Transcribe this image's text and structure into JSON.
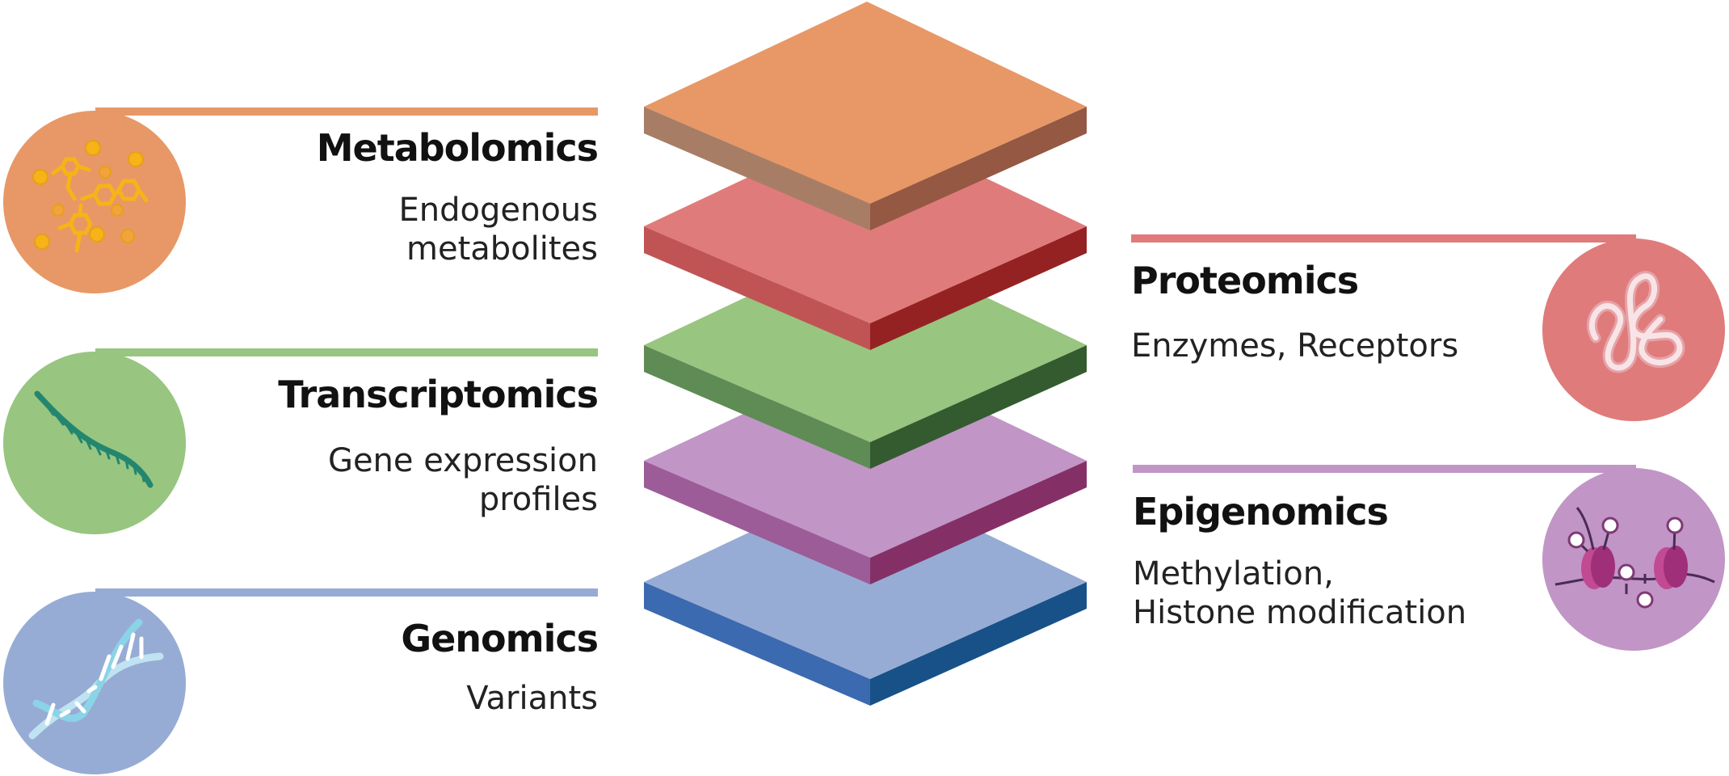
{
  "layers": [
    {
      "id": "metabolomics",
      "title": "Metabolomics",
      "description": [
        "Endogenous",
        "metabolites"
      ],
      "side": "left",
      "icon": "molecules-icon",
      "colors": {
        "top": "#E79866",
        "left": "#A87D66",
        "right": "#945843",
        "circle": "#E79866",
        "line": "#E79866"
      }
    },
    {
      "id": "proteomics",
      "title": "Proteomics",
      "description": [
        "Enzymes, Receptors"
      ],
      "side": "right",
      "icon": "protein-icon",
      "colors": {
        "top": "#E07B7B",
        "left": "#C05454",
        "right": "#952222",
        "circle": "#E07B7B",
        "line": "#E07B7B"
      }
    },
    {
      "id": "transcriptomics",
      "title": "Transcriptomics",
      "description": [
        "Gene expression",
        "profiles"
      ],
      "side": "left",
      "icon": "rna-strand-icon",
      "colors": {
        "top": "#98C57F",
        "left": "#5E8C54",
        "right": "#345B2F",
        "circle": "#98C57F",
        "line": "#98C57F"
      }
    },
    {
      "id": "epigenomics",
      "title": "Epigenomics",
      "description": [
        "Methylation,",
        "Histone modification"
      ],
      "side": "right",
      "icon": "nucleosome-icon",
      "colors": {
        "top": "#C195C6",
        "left": "#9C5C98",
        "right": "#843067",
        "circle": "#C195C6",
        "line": "#C195C6"
      }
    },
    {
      "id": "genomics",
      "title": "Genomics",
      "description": [
        "Variants"
      ],
      "side": "left",
      "icon": "dna-helix-icon",
      "colors": {
        "top": "#97ACD4",
        "left": "#3C6AB0",
        "right": "#175188",
        "circle": "#97ACD4",
        "line": "#97ACD4"
      }
    }
  ]
}
